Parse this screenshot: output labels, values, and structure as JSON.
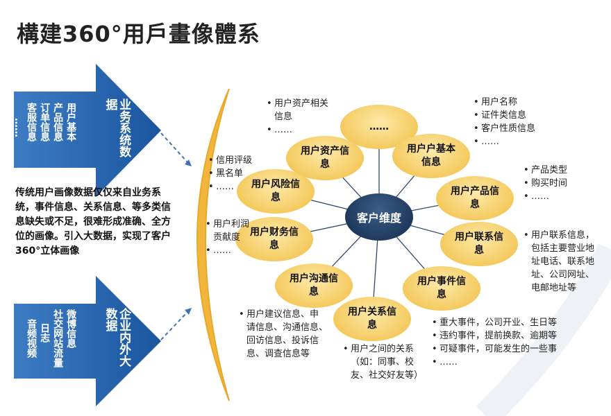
{
  "title": "構建360°用戶畫像體系",
  "left": {
    "top_arrow": {
      "columns": [
        "用户基本",
        "产品信息",
        "订单信息",
        "客服信息",
        "……"
      ],
      "label": "业务系统数据"
    },
    "middle_text": "传统用户画像数据仅仅来自业务系统，事件信息、关系信息、等多类信息缺失或不足，很难形成准确、全方位的画像。引入大数据，实现了客户360°立体画像",
    "bottom_arrow": {
      "columns": [
        "微博信息",
        "社交网站流量",
        "日志",
        "音频视频"
      ],
      "label": "企业内外大数据"
    }
  },
  "center": "客户维度",
  "nodes": [
    {
      "name": "top",
      "label": "……"
    },
    {
      "name": "basic",
      "label": "用户户基本信息"
    },
    {
      "name": "product",
      "label": "用户产品信息"
    },
    {
      "name": "contact",
      "label": "用户联系信息"
    },
    {
      "name": "event",
      "label": "用户事件信息"
    },
    {
      "name": "relation",
      "label": "用户关系信息"
    },
    {
      "name": "comm",
      "label": "用户沟通信息"
    },
    {
      "name": "finance",
      "label": "用户财务信息"
    },
    {
      "name": "risk",
      "label": "用户风险信息"
    },
    {
      "name": "asset",
      "label": "用户资产信息"
    }
  ],
  "notes": {
    "asset": [
      "用户资产相关",
      "信息",
      "……"
    ],
    "basic": [
      "用户名称",
      "证件类信息",
      "客户性质信息",
      "……"
    ],
    "product": [
      "产品类型",
      "购买时间",
      "……"
    ],
    "contact": [
      "用户联系信息，",
      "包括主要营业地",
      "址电话、联系地",
      "址、公司网址、",
      "电邮地址等"
    ],
    "event": [
      "重大事件，公司开业、生日等",
      "违约事件，提前换款、逾期等",
      "可疑事件，可能发生的一些事",
      "……"
    ],
    "relation": [
      "用户之间的关系",
      "（如：同事、校",
      "友、社交好友等）"
    ],
    "comm": [
      "用户建议信息、申",
      "请信息、沟通信息、",
      "回访信息、投诉信",
      "息、调查信息等"
    ],
    "finance": [
      "用户利润",
      "贡献度",
      "……"
    ],
    "risk": [
      "信用评级",
      "黑名单",
      "……"
    ]
  },
  "colors": {
    "arrow": "#1f5fa8",
    "node": "#f4c85a",
    "center": "#1f3a5e",
    "curve": "#f0b43a",
    "dashed": "#3f73b5"
  }
}
